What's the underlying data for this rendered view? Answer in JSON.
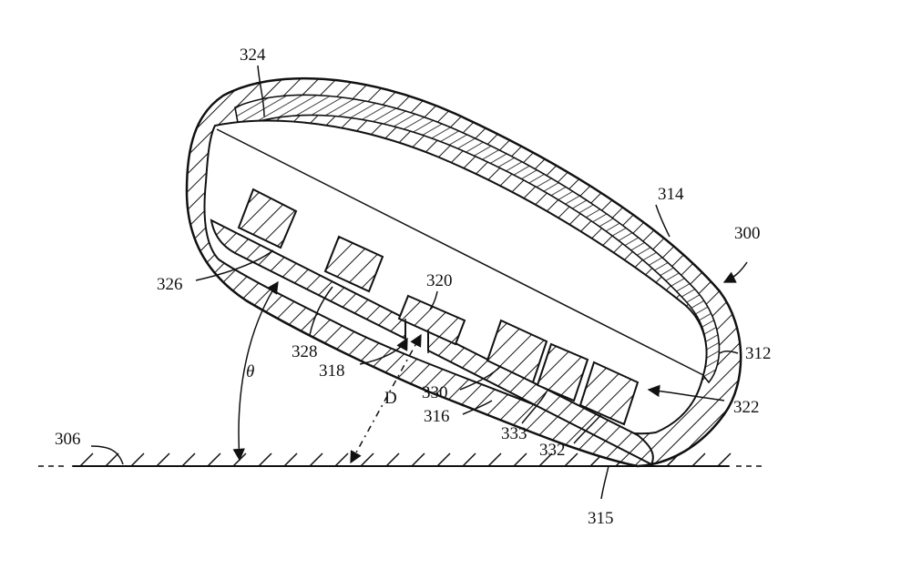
{
  "labels": {
    "device": "300",
    "outer_shell": "314",
    "shell_edge": "312",
    "inner_cavity": "322",
    "inner_layer": "324",
    "component_326": "326",
    "component_328": "328",
    "component_320": "320",
    "opening": "318",
    "component_330": "330",
    "base_wall": "316",
    "component_333": "333",
    "component_332": "332",
    "contact_point": "315",
    "surface": "306",
    "angle": "θ",
    "distance": "D"
  }
}
